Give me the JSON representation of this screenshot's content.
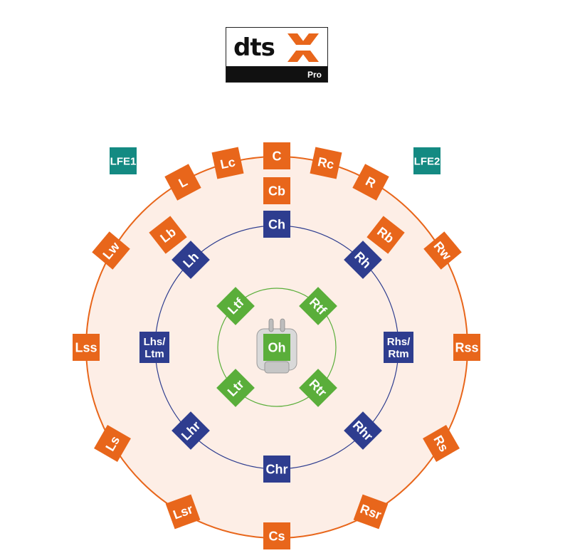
{
  "logo": {
    "brand": "dts",
    "mark": "X",
    "edition": "Pro"
  },
  "colors": {
    "floor": "#e8661b",
    "height": "#2e3d8f",
    "overhead": "#5aae3a",
    "lfe": "#148a82",
    "area": "#fdeee6"
  },
  "icons": {
    "listener": "listener-seat-icon"
  },
  "speakers": {
    "lfe": [
      {
        "id": "lfe1",
        "label": "LFE1"
      },
      {
        "id": "lfe2",
        "label": "LFE2"
      }
    ],
    "floor": [
      {
        "id": "c",
        "label": "C"
      },
      {
        "id": "cb",
        "label": "Cb"
      },
      {
        "id": "lc",
        "label": "Lc"
      },
      {
        "id": "rc",
        "label": "Rc"
      },
      {
        "id": "l",
        "label": "L"
      },
      {
        "id": "r",
        "label": "R"
      },
      {
        "id": "lb",
        "label": "Lb"
      },
      {
        "id": "rb",
        "label": "Rb"
      },
      {
        "id": "lw",
        "label": "Lw"
      },
      {
        "id": "rw",
        "label": "Rw"
      },
      {
        "id": "lss",
        "label": "Lss"
      },
      {
        "id": "rss",
        "label": "Rss"
      },
      {
        "id": "ls",
        "label": "Ls"
      },
      {
        "id": "rs",
        "label": "Rs"
      },
      {
        "id": "lsr",
        "label": "Lsr"
      },
      {
        "id": "rsr",
        "label": "Rsr"
      },
      {
        "id": "cs",
        "label": "Cs"
      }
    ],
    "height": [
      {
        "id": "ch",
        "label": "Ch"
      },
      {
        "id": "lh",
        "label": "Lh"
      },
      {
        "id": "rh",
        "label": "Rh"
      },
      {
        "id": "lhs",
        "label": "Lhs/\nLtm"
      },
      {
        "id": "rhs",
        "label": "Rhs/\nRtm"
      },
      {
        "id": "lhr",
        "label": "Lhr"
      },
      {
        "id": "rhr",
        "label": "Rhr"
      },
      {
        "id": "chr",
        "label": "Chr"
      }
    ],
    "overhead": [
      {
        "id": "ltf",
        "label": "Ltf"
      },
      {
        "id": "rtf",
        "label": "Rtf"
      },
      {
        "id": "ltr",
        "label": "Ltr"
      },
      {
        "id": "rtr",
        "label": "Rtr"
      },
      {
        "id": "oh",
        "label": "Oh"
      }
    ]
  }
}
